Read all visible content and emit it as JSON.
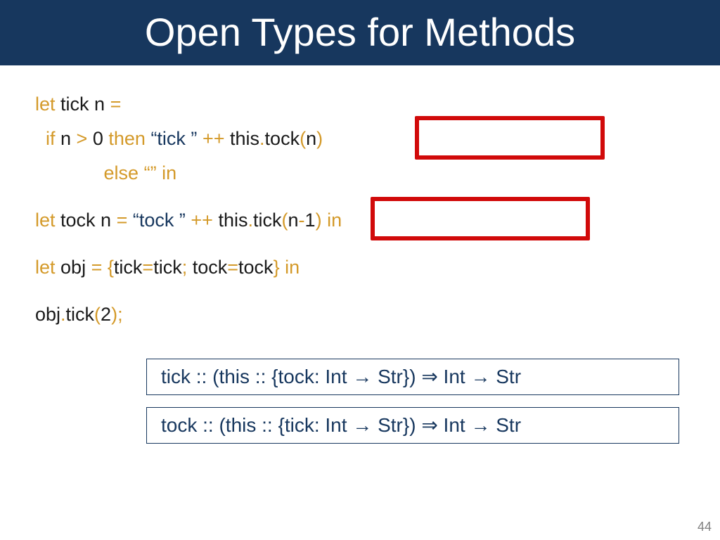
{
  "slide": {
    "title": "Open Types for Methods",
    "page_number": "44",
    "code": {
      "line1": {
        "let": "let",
        "name": " tick n ",
        "eq": "="
      },
      "line2": {
        "indent": "  ",
        "if": "if",
        "n": " n ",
        "gt": ">",
        "zero": " 0 ",
        "then": "then",
        "sp1": " ",
        "str": "“tick ”",
        "sp2": " ",
        "concat": "++",
        "sp3": " ",
        "this": "this",
        "dot": ".",
        "tock": "tock",
        "lp": "(",
        "arg": "n",
        "rp": ")"
      },
      "line3": {
        "indent": "             ",
        "else": "else",
        "sp": " ",
        "empty": "“”",
        "sp2": " ",
        "in": "in"
      },
      "line4": {
        "let": "let",
        "name": " tock n ",
        "eq": "=",
        "sp1": " ",
        "str": "“tock ”",
        "sp2": " ",
        "concat": "++",
        "sp3": " ",
        "this": "this",
        "dot": ".",
        "tick": "tick",
        "lp": "(",
        "n": "n",
        "minus": "-",
        "one": "1",
        "rp": ")",
        "sp4": " ",
        "in": "in"
      },
      "line5": {
        "let": "let",
        "name": " obj ",
        "eq": "=",
        "sp1": " ",
        "lb": "{",
        "tick1": "tick",
        "eq2": "=",
        "tick2": "tick",
        "semi": ";",
        "sp2": " ",
        "tock1": "tock",
        "eq3": "=",
        "tock2": "tock",
        "rb": "}",
        "sp3": " ",
        "in": "in"
      },
      "line6": {
        "obj": "obj",
        "dot": ".",
        "tick": "tick",
        "lp": "(",
        "two": "2",
        "rp": ")",
        "semi": ";"
      }
    },
    "types": {
      "tick_type": "tick :: (this :: {tock: Int → Str}) ⇒ Int → Str",
      "tock_type": "tock :: (this :: {tick: Int → Str}) ⇒ Int → Str"
    },
    "colors": {
      "title_bar": "#17375e",
      "keyword": "#d49a2a",
      "string": "#17375e",
      "highlight_box": "#d10a0a"
    }
  }
}
